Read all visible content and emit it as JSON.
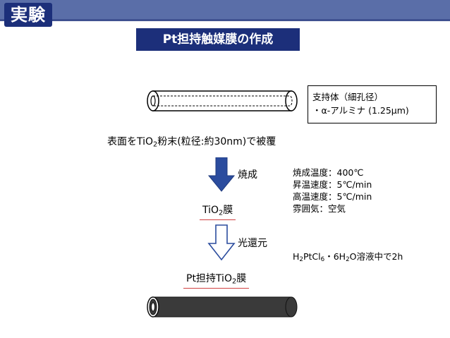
{
  "header": {
    "tag": "実験",
    "title": "Pt担持触媒膜の作成"
  },
  "support": {
    "line1": "支持体（細孔径）",
    "line2": "・α-アルミナ (1.25μm)"
  },
  "step1": {
    "pre": "表面をTiO",
    "sub": "2",
    "post": "粉末(粒径:約30nm)で被覆"
  },
  "step2": {
    "arrow_label": "焼成",
    "conditions": [
      "焼成温度：400℃",
      "昇温速度：5℃/min",
      "高温速度：5℃/min",
      "雰囲気：空気"
    ],
    "result_pre": "TiO",
    "result_sub": "2",
    "result_post": "膜"
  },
  "step3": {
    "arrow_label": "光還元",
    "cond_h": "H",
    "cond_h_sub": "2",
    "cond_ptcl": "PtCl",
    "cond_ptcl_sub": "6",
    "cond_mid": "・6H",
    "cond_mid_sub": "2",
    "cond_post": "O溶液中で2h",
    "result_pre": "Pt担持TiO",
    "result_sub": "2",
    "result_post": "膜"
  },
  "colors": {
    "header_bar": "#5a6ea8",
    "tag_bg": "#1c2f7a",
    "arrow_fill": "#2b4c9e",
    "underline": "#d04040",
    "coated_tube": "#3a3a3a"
  }
}
